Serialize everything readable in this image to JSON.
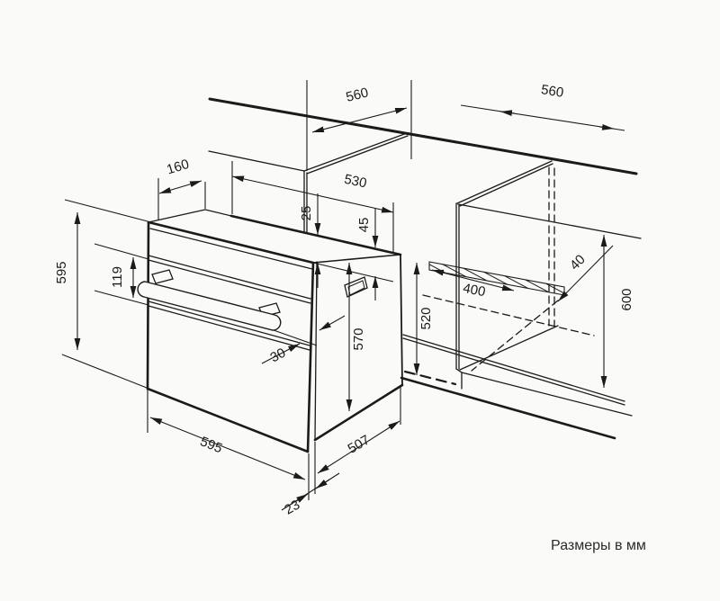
{
  "units_note": "Размеры в мм",
  "dims": {
    "countertop_depth": "560",
    "niche_width": "560",
    "front_depth": "160",
    "casing_width": "530",
    "top_clearance": "25",
    "vent_clearance": "45",
    "oven_height": "595",
    "control_panel_height": "119",
    "niche_depth": "520",
    "floor_vent_length": "400",
    "rear_gap": "40",
    "niche_height": "600",
    "casing_height": "570",
    "handle_depth": "30",
    "oven_width": "595",
    "oven_depth": "507",
    "door_overhang": "23"
  },
  "colors": {
    "line": "#1b1b1b",
    "background": "#fafaf9"
  }
}
